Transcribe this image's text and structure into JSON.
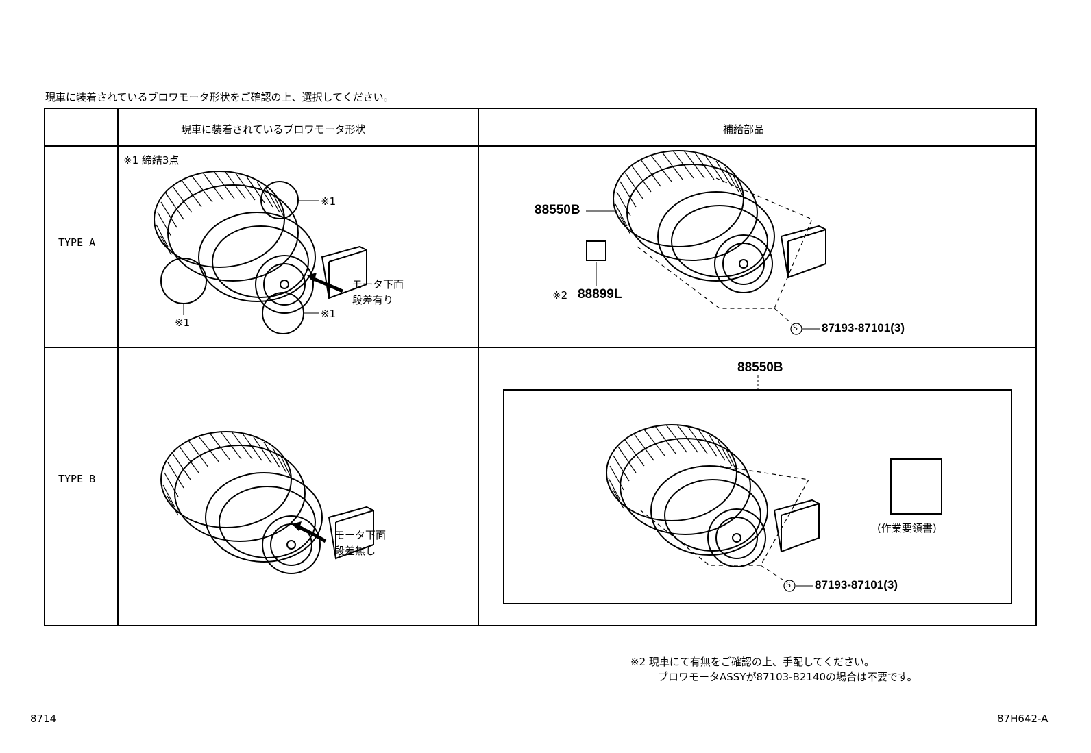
{
  "instruction": "現車に装着されているブロワモータ形状をご確認の上、選択してください。",
  "table": {
    "headers": {
      "shape": "現車に装着されているブロワモータ形状",
      "parts": "補給部品"
    },
    "rows": [
      {
        "type_label": "TYPE A",
        "note": "※1 締結3点",
        "callout_mark": "※1",
        "step_label_line1": "モータ下面",
        "step_label_line2": "段差有り",
        "part_main": "88550B",
        "part_resistor_mark": "※2",
        "part_resistor": "88899L",
        "screw_symbol": "S",
        "screw_part": "87193-87101(3)"
      },
      {
        "type_label": "TYPE B",
        "step_label_line1": "モータ下面",
        "step_label_line2": "段差無し",
        "part_main": "88550B",
        "manual_label": "(作業要領書)",
        "screw_symbol": "S",
        "screw_part": "87193-87101(3)"
      }
    ]
  },
  "footnote": {
    "line1": "※2 現車にて有無をご確認の上、手配してください。",
    "line2": "ブロワモータASSYが87103-B2140の場合は不要です。"
  },
  "page_number": "8714",
  "figure_code": "87H642-A"
}
